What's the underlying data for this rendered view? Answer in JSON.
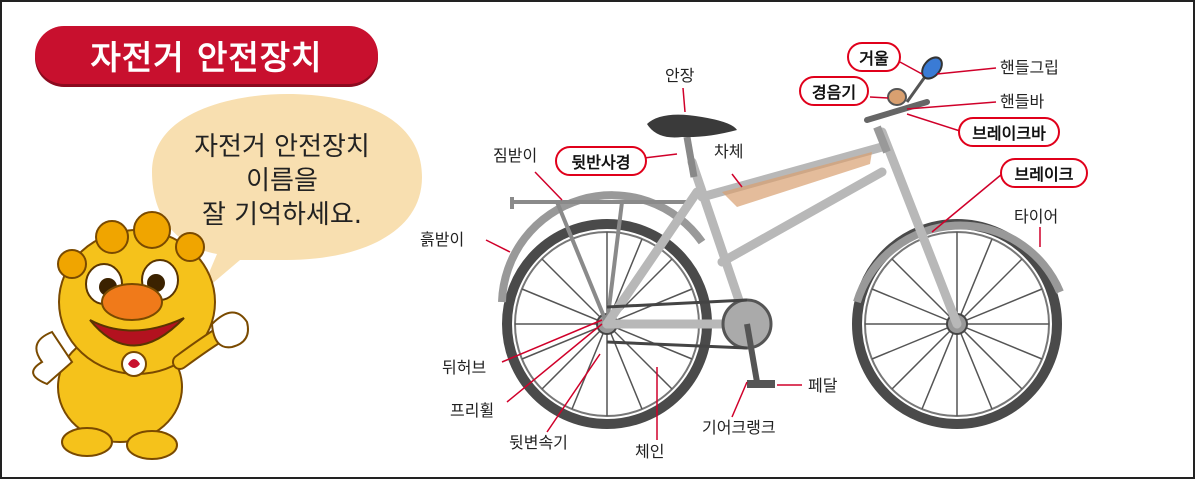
{
  "title": "자전거 안전장치",
  "speech_bubble": {
    "lines": [
      "자전거 안전장치",
      "이름을",
      "잘 기억하세요."
    ]
  },
  "labels": {
    "saddle": "안장",
    "rear_rack": "짐받이",
    "seatpost_reflector": "뒷반사경",
    "frame": "차체",
    "fender": "흙받이",
    "mirror": "거울",
    "bell": "경음기",
    "handle_grip": "핸들그립",
    "handlebar": "핸들바",
    "brake_lever": "브레이크바",
    "brake": "브레이크",
    "tire": "타이어",
    "rear_hub": "뒤허브",
    "freewheel": "프리휠",
    "derailleur": "뒷변속기",
    "chain": "체인",
    "crank": "기어크랭크",
    "pedal": "페달"
  },
  "colors": {
    "accent_red": "#c8102e",
    "bubble": "#f8dfb0",
    "label_oval": "#e0001b",
    "mascot": "#f5c21b"
  },
  "icons": [
    "mascot-haechi",
    "bicycle-illustration"
  ]
}
